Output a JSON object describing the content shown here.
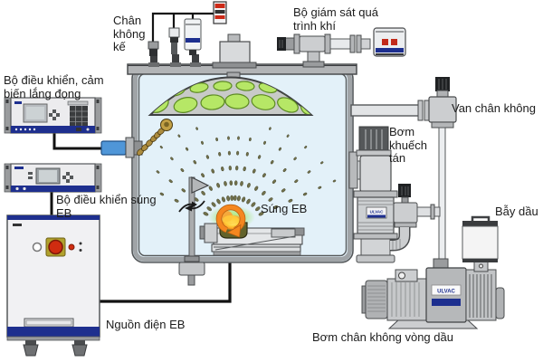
{
  "diagram": {
    "labels": {
      "vacuum_gauge": "Chân\nkhông\nkế",
      "gas_monitor": "Bộ giám sát quá\ntrình khí",
      "dep_controller": "Bộ điều khiển, cảm\nbiến lắng đọng",
      "vacuum_valve": "Van chân không",
      "diffusion_pump": "Bơm\nkhuếch\ntán",
      "gun_controller": "Bộ điều khiển súng\nEB",
      "eb_gun": "Súng EB",
      "oil_trap": "Bẫy dầu",
      "eb_power": "Nguồn điện EB",
      "rotary_pump": "Bơm chân không vòng dầu"
    },
    "brand": "ULVAC",
    "colors": {
      "chamber_interior": "#e3f1f9",
      "substrate_green": "#b6e766",
      "accent_navy": "#1d2f8f",
      "beam_orange": "#f5871f",
      "connector_blue": "#4f96d8",
      "emergency_red": "#d02c10",
      "sensor_gold": "#c2a045"
    }
  }
}
